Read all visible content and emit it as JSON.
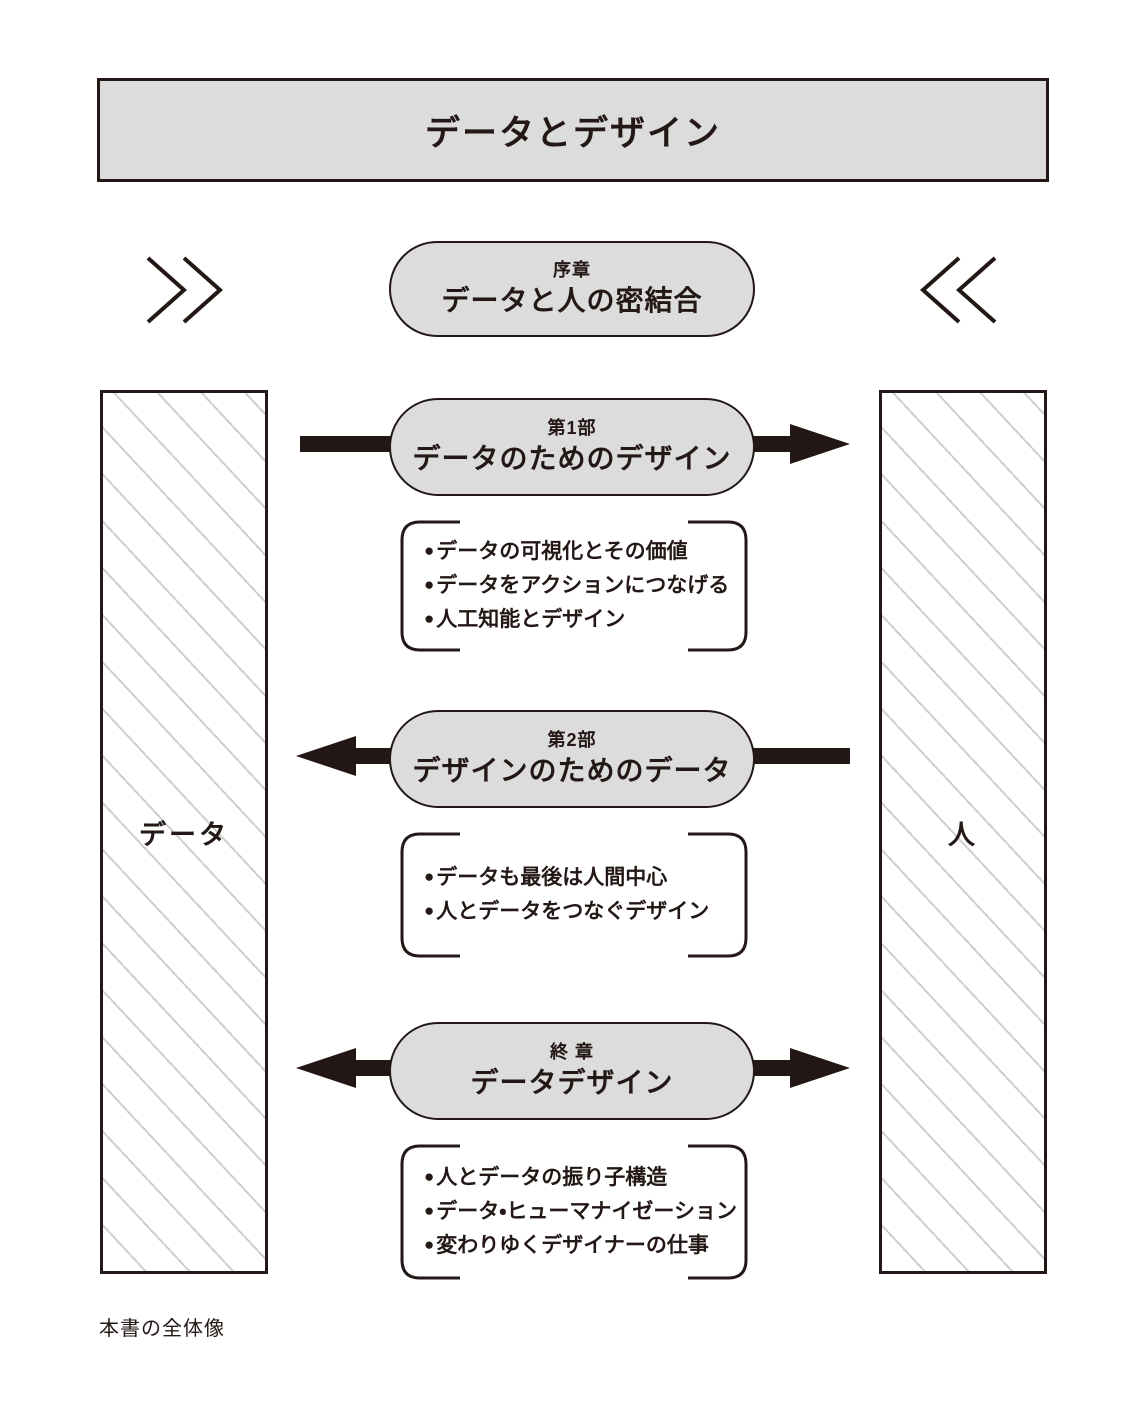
{
  "title": {
    "text": "データとデザイン"
  },
  "chevrons": {
    "left_icon": "double-chevron-right-icon",
    "right_icon": "double-chevron-left-icon"
  },
  "columns": {
    "left": {
      "label": "データ"
    },
    "right": {
      "label": "人"
    }
  },
  "sections": [
    {
      "kicker": "序章",
      "title": "データと人の密結合",
      "arrow": "none"
    },
    {
      "kicker": "第1部",
      "title": "データのためのデザイン",
      "arrow": "right",
      "bullets": [
        "データの可視化とその価値",
        "データをアクションにつなげる",
        "人工知能とデザイン"
      ]
    },
    {
      "kicker": "第2部",
      "title": "デザインのためのデータ",
      "arrow": "left",
      "bullets": [
        "データも最後は人間中心",
        "人とデータをつなぐデザイン"
      ]
    },
    {
      "kicker": "終 章",
      "title": "データデザイン",
      "arrow": "both",
      "bullets": [
        "人とデータの振り子構造",
        "データ・ヒューマナイゼーション",
        "変わりゆくデザイナーの仕事"
      ]
    }
  ],
  "bullet_marker": "●",
  "caption": "本書の全体像",
  "colors": {
    "ink": "#231815",
    "fill": "#dcdcdc",
    "hatch": "#cfcfcf",
    "paper": "#ffffff"
  }
}
